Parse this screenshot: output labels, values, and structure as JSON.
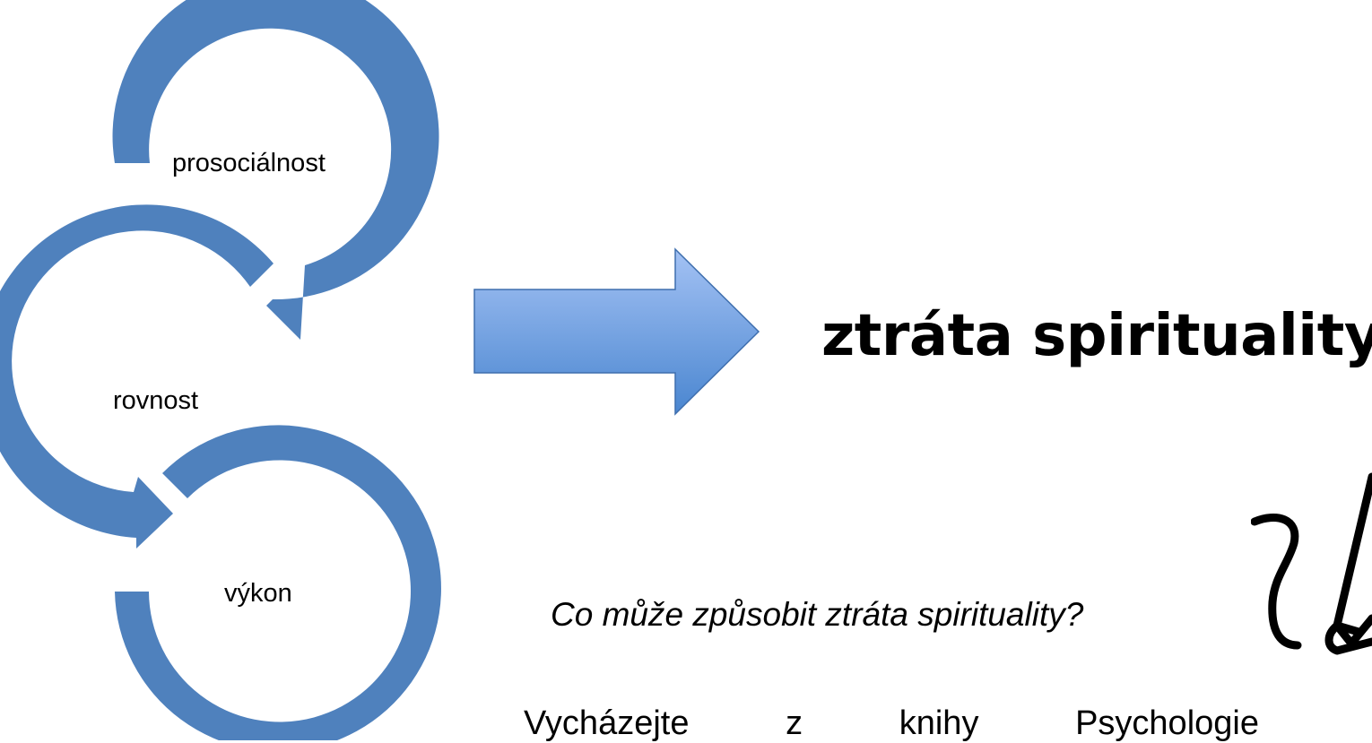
{
  "cycle": {
    "labels": [
      "prosociálnost",
      "rovnost",
      "výkon"
    ],
    "color": "#4f81bd"
  },
  "arrow": {
    "gradient_top": "#a4c2f4",
    "gradient_bottom": "#4a86d0",
    "outline": "#3f6fae"
  },
  "result": {
    "text": "ztráta spirituality"
  },
  "question": {
    "text": "Co může způsobit ztráta spirituality?"
  },
  "instruction": {
    "words": [
      "Vycházejte",
      "z",
      "knihy",
      "Psychologie"
    ]
  },
  "icons": {
    "pen": "pen-writing-icon"
  }
}
